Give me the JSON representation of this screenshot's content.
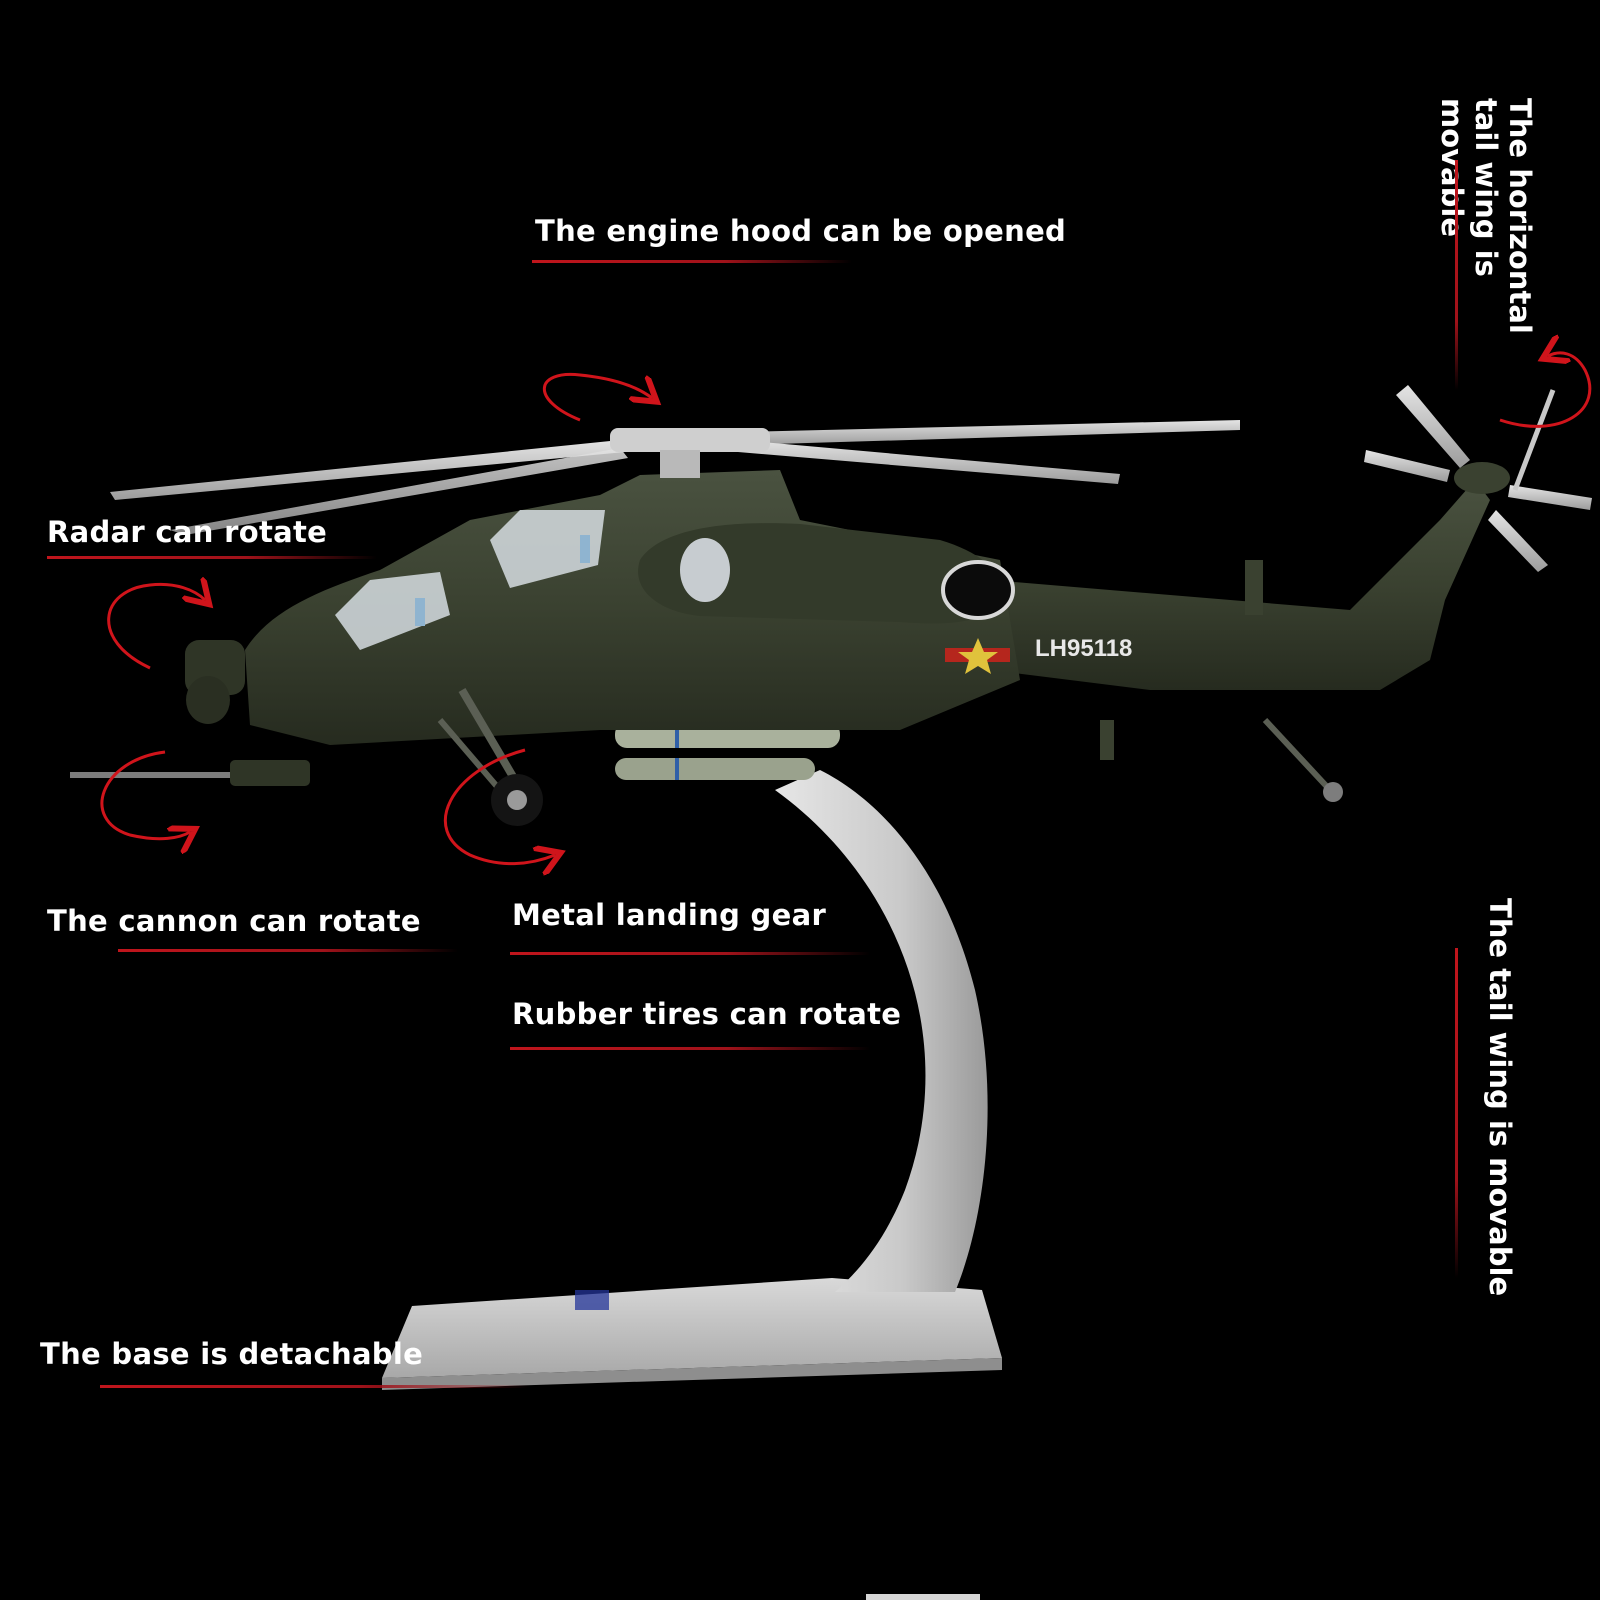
{
  "labels": {
    "engine_hood": "The engine hood can be opened",
    "radar": "Radar can rotate",
    "cannon": "The cannon can rotate",
    "landing_gear": "Metal landing gear",
    "tires": "Rubber tires can rotate",
    "base": "The base is detachable",
    "horizontal_tail": "The horizontal tail wing is movable",
    "tail_wing": "The tail wing is movable"
  },
  "model": {
    "tail_number": "LH95118"
  },
  "colors": {
    "background": "#000000",
    "accent_red": "#c0151c",
    "hull_green": "#3b4230",
    "stand_silver": "#c9c9c9"
  }
}
